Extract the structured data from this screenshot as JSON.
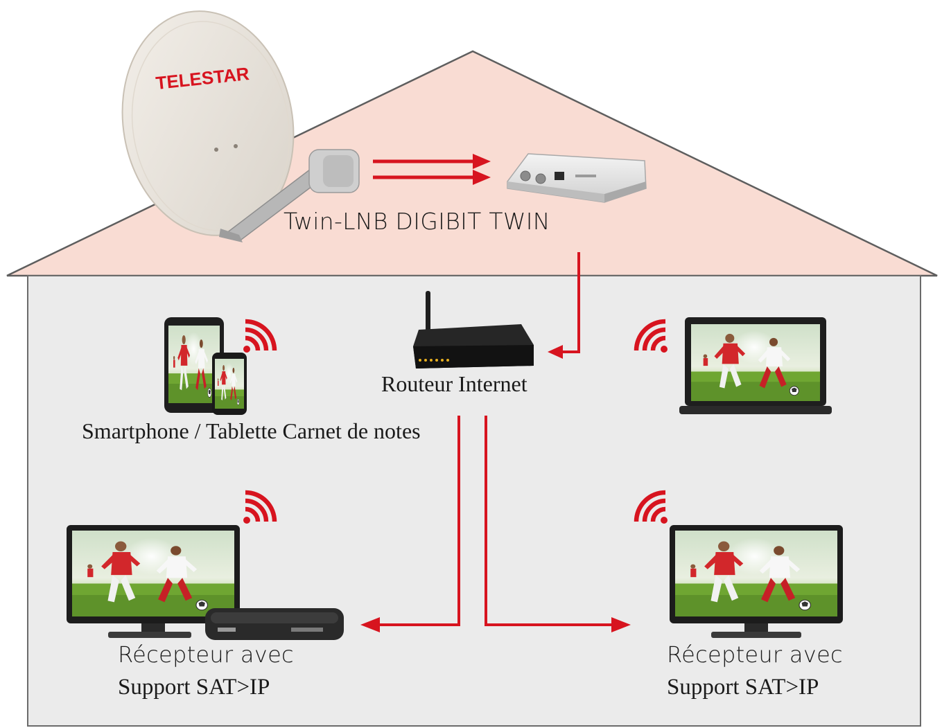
{
  "colors": {
    "roof": "#f9dcd3",
    "wall": "#ebebeb",
    "outline": "#5e5e5e",
    "accent": "#d7141f",
    "dish": "#e9e4dc",
    "device_dark": "#1e1e1e",
    "grass": "#6fa632",
    "sky": "#dfe9d8",
    "jersey_red": "#d2272b"
  },
  "dish": {
    "brand": "TELESTAR"
  },
  "labels": {
    "lnb": "Twin-LNB DIGIBIT TWIN",
    "router": "Routeur Internet",
    "mobile_devices": "Smartphone / Tablette Carnet de notes",
    "receiver_left_line1": "Récepteur avec",
    "receiver_left_line2": "Support SAT>IP",
    "receiver_right_line1": "Récepteur avec",
    "receiver_right_line2": "Support SAT>IP"
  },
  "icons": {
    "dish": "satellite-dish-icon",
    "server": "satip-server-icon",
    "router": "router-icon",
    "phone": "smartphone-icon",
    "tablet": "tablet-icon",
    "laptop": "laptop-icon",
    "tv": "tv-icon",
    "receiver": "set-top-box-icon",
    "wifi": "wifi-icon",
    "arrow": "arrow-icon"
  }
}
